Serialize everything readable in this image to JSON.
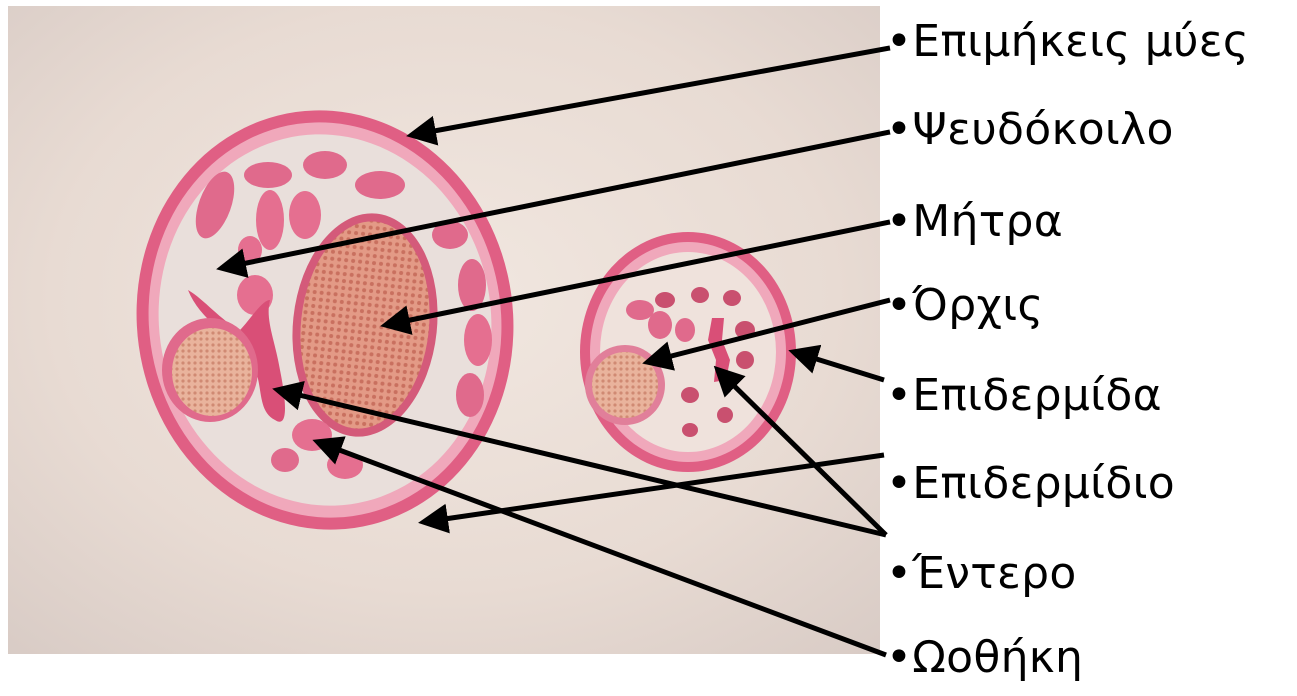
{
  "labels": [
    {
      "id": "longitudinal-muscles",
      "text": "•Επιμήκεις μύες"
    },
    {
      "id": "pseudocoel",
      "text": "•Ψευδόκοιλο"
    },
    {
      "id": "uterus",
      "text": "•Μήτρα"
    },
    {
      "id": "testis",
      "text": "•Όρχις"
    },
    {
      "id": "epidermis",
      "text": "•Επιδερμίδα"
    },
    {
      "id": "cuticle",
      "text": "•Επιδερμίδιο"
    },
    {
      "id": "intestine",
      "text": "•Έντερο"
    },
    {
      "id": "ovary",
      "text": "•Ωοθήκη"
    }
  ],
  "colors": {
    "background_slide": "#e9dcd4",
    "tissue_pink": "#e86a8e",
    "tissue_light": "#f4c6d2",
    "egg_mass": "#d98a7a",
    "arrow": "#000000"
  }
}
